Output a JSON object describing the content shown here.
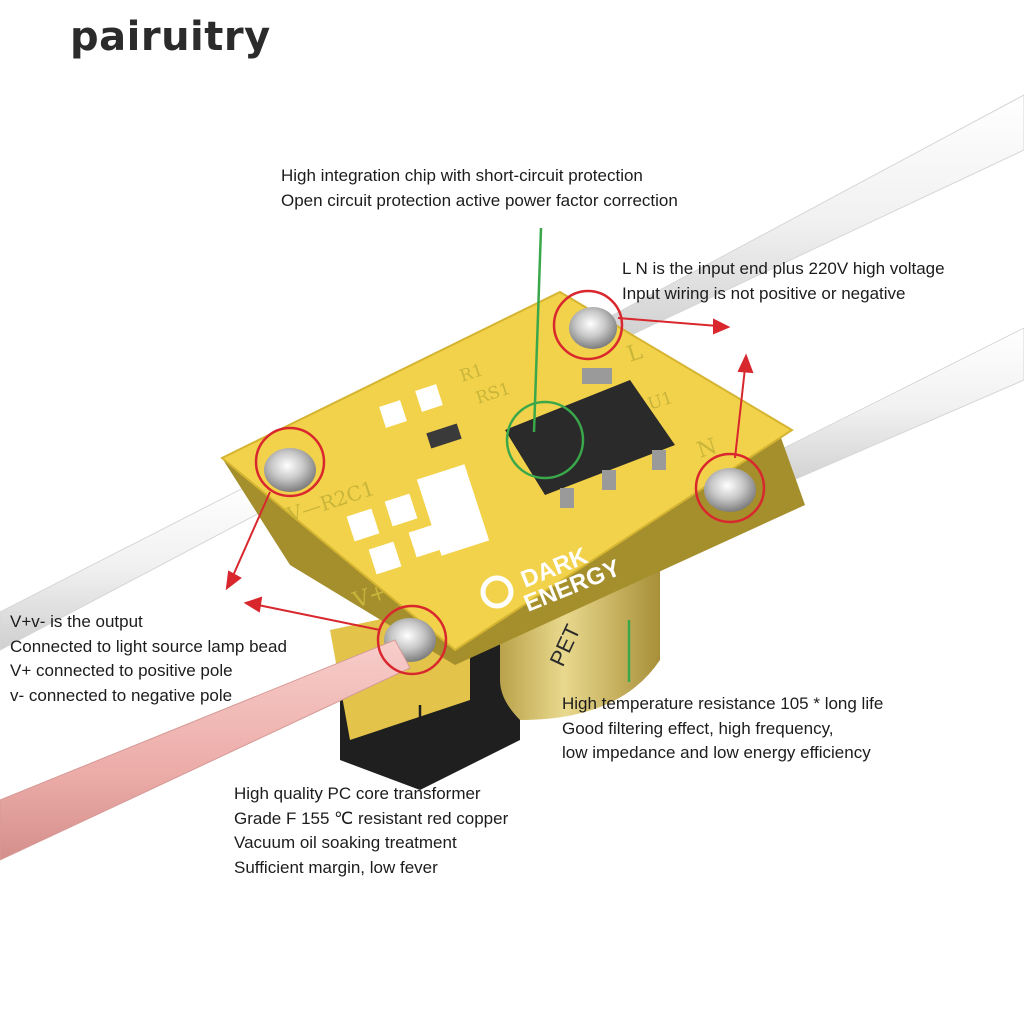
{
  "brand": "pairuitry",
  "callouts": {
    "chip": [
      "High integration chip with short-circuit protection",
      "Open circuit protection active power factor correction"
    ],
    "input": [
      "L N is the input end plus 220V high voltage",
      "Input wiring is not positive or negative"
    ],
    "output": [
      "V+v- is the output",
      "Connected to light source lamp bead",
      "V+ connected to positive pole",
      "v- connected to negative pole"
    ],
    "capacitor": [
      "High temperature resistance 105 * long life",
      "Good filtering effect, high frequency,",
      "low impedance and low energy efficiency"
    ],
    "transformer": [
      "High quality PC core transformer",
      "Grade F 155 ℃ resistant red copper",
      "Vacuum oil soaking treatment",
      "Sufficient margin, low fever"
    ]
  },
  "pcb_labels": {
    "l": "L",
    "n": "N",
    "v_minus": "V—R2C1",
    "v_plus": "V+",
    "r1": "R1",
    "rs1": "RS1",
    "u1": "U1",
    "logo_line1": "DARK",
    "logo_line2": "ENERGY",
    "cap_text": "PET"
  },
  "colors": {
    "pcb": "#f2d24a",
    "chip": "#2a2a2a",
    "annotation_red": "#d9272e",
    "annotation_green": "#3aa84a",
    "wire_white": "#f4f4f4",
    "wire_pink": "#f0b8b4"
  }
}
